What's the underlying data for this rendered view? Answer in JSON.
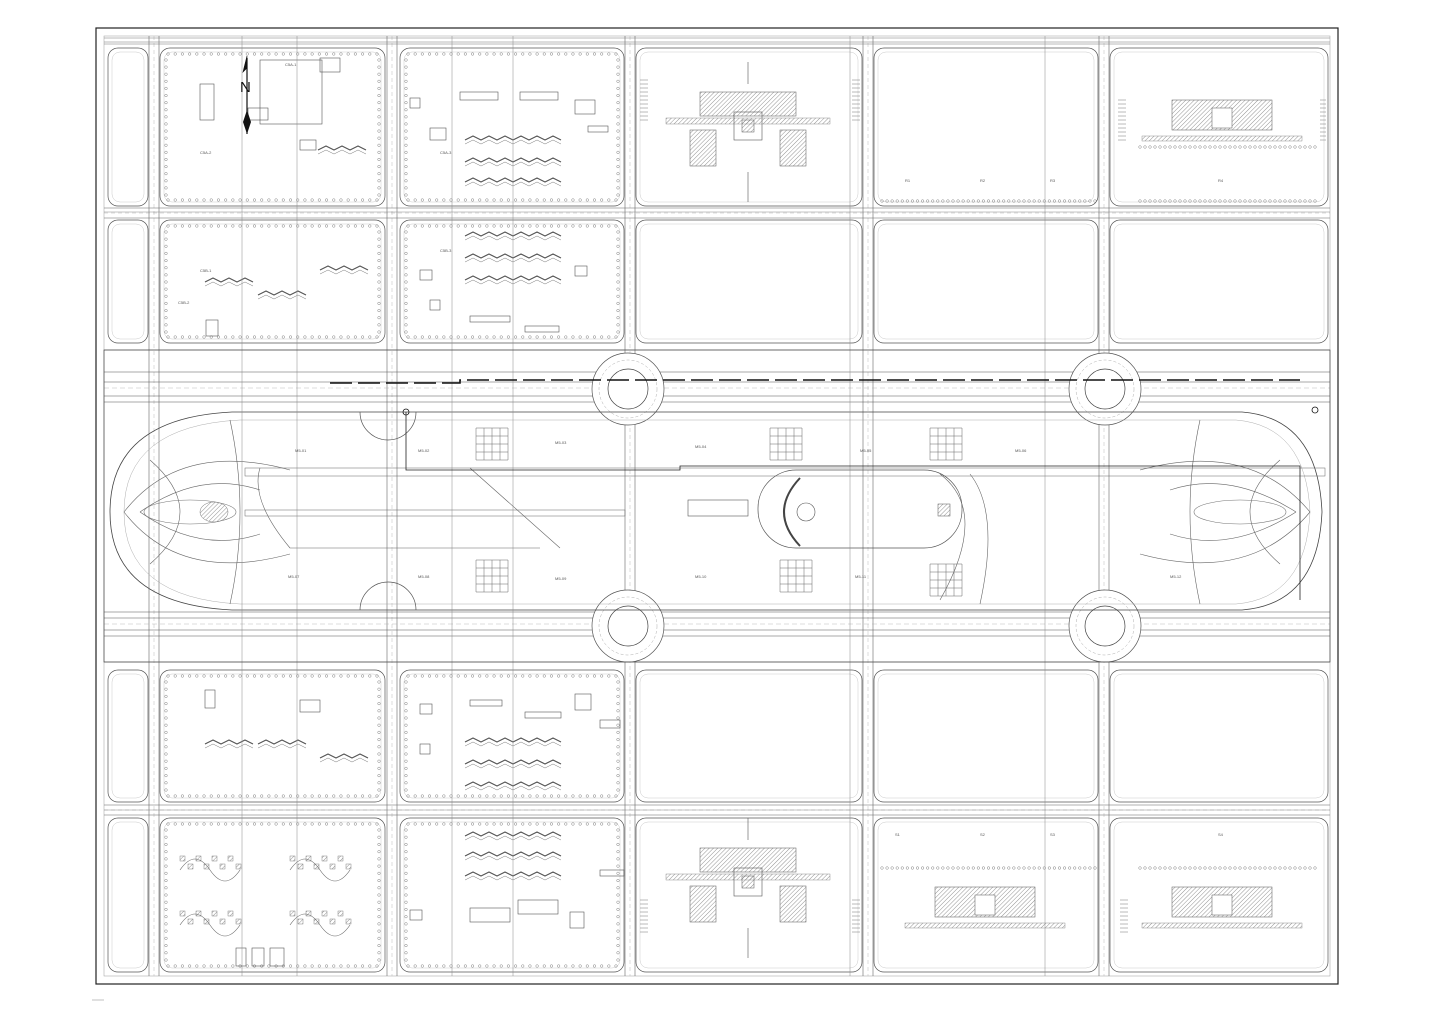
{
  "drawing": {
    "north_arrow": {
      "label": "N"
    },
    "block_labels": [
      "C5A-2",
      "C5A-1",
      "C5A-3",
      "C5B-1",
      "C5B-2",
      "C5B-3",
      "R1",
      "R2",
      "R3",
      "R4",
      "M5-01",
      "M5-02",
      "M5-03",
      "M5-04",
      "M5-05",
      "M5-06",
      "M5-07",
      "M5-08",
      "M5-09",
      "M5-10",
      "M5-11",
      "M5-12",
      "S1",
      "S2",
      "S3",
      "S4"
    ]
  }
}
